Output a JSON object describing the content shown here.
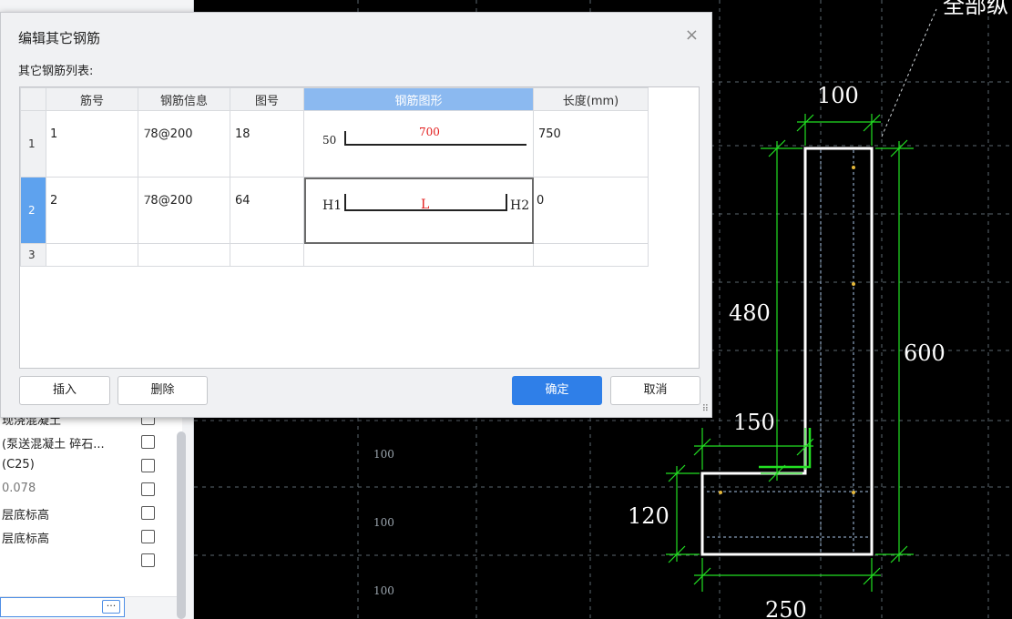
{
  "dialog": {
    "title": "编辑其它钢筋",
    "close_glyph": "×",
    "list_label": "其它钢筋列表:",
    "columns": [
      "",
      "筋号",
      "钢筋信息",
      "图号",
      "钢筋图形",
      "长度(mm)"
    ],
    "rows": [
      {
        "index": "1",
        "bar_no": "1",
        "info": "⹒8@200",
        "fig_no": "18",
        "length": "750",
        "shape": {
          "left": "50",
          "mid": "700"
        }
      },
      {
        "index": "2",
        "bar_no": "2",
        "info": "⹒8@200",
        "fig_no": "64",
        "length": "0",
        "shape": {
          "left": "H1",
          "mid": "L",
          "right": "H2"
        }
      },
      {
        "index": "3",
        "bar_no": "",
        "info": "",
        "fig_no": "",
        "length": ""
      }
    ],
    "buttons": {
      "insert": "插入",
      "delete": "删除",
      "ok": "确定",
      "cancel": "取消"
    }
  },
  "left_panel": {
    "rows": [
      "(",
      "现浇混凝土",
      "(泵送混凝土 碎石...",
      "(C25)",
      "0.078",
      "层底标高",
      "层底标高",
      ""
    ],
    "dots_button": "···"
  },
  "cad": {
    "dims": {
      "top": "100",
      "mid_left": "480",
      "right": "600",
      "notch": "150",
      "bottom_left": "120",
      "bottom": "250"
    },
    "corner_text": "全部纵",
    "grid_labels": [
      "100",
      "100",
      "100"
    ],
    "colors": {
      "background": "#000000",
      "dimension": "#22e022",
      "outline": "#ffffff",
      "red_text": "#e21b1b"
    }
  }
}
